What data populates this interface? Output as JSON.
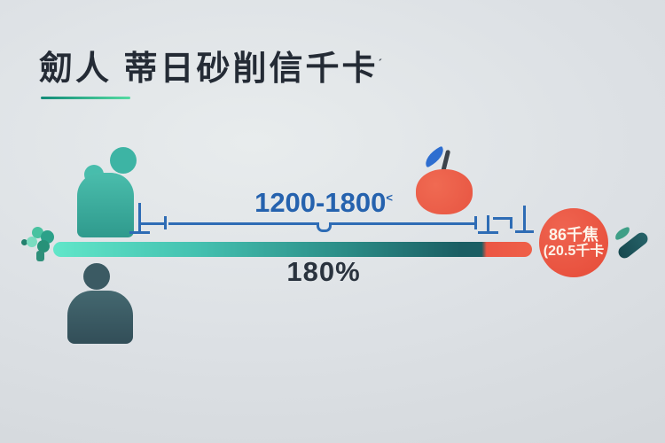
{
  "title": {
    "text": "劎人 蒂日砂削信千卡",
    "sup": "ˊ"
  },
  "range": {
    "text": "1200-1800",
    "sup": "˂"
  },
  "percent": "180%",
  "badge": {
    "line1": "86千焦",
    "line2": "(20.5千卡"
  },
  "icons": {
    "person_top": "teal-person-silhouette",
    "person_bottom": "dark-person-silhouette",
    "apple": "red-apple-blue-leaf",
    "broccoli": "teal-broccoli-cluster",
    "cucumber": "dark-teal-cucumber"
  },
  "colors": {
    "background": "#dde1e5",
    "title_text": "#242b35",
    "underline_teal": "#128b78",
    "bar_teal_light": "#61e6c9",
    "bar_teal_dark": "#1b5e63",
    "bar_red": "#ec5644",
    "accent_blue": "#2e6cb5",
    "badge_red": "#e85340",
    "leaf_blue": "#2e6ed0"
  },
  "chart_data": {
    "type": "bar",
    "title": "劎人 蒂日砂削信千卡",
    "values": [
      180
    ],
    "unit": "%",
    "value_labels": [
      "180%"
    ],
    "range_label": "1200-1800",
    "annotations": [
      "86千焦",
      "(20.5千卡"
    ],
    "bar_segments": [
      {
        "name": "intake-gradient",
        "colors": [
          "#61e6c9",
          "#1b5e63"
        ],
        "fraction": 0.9
      },
      {
        "name": "excess",
        "colors": [
          "#ec5644"
        ],
        "fraction": 0.1
      }
    ],
    "legend_position": "none",
    "grid": false
  }
}
